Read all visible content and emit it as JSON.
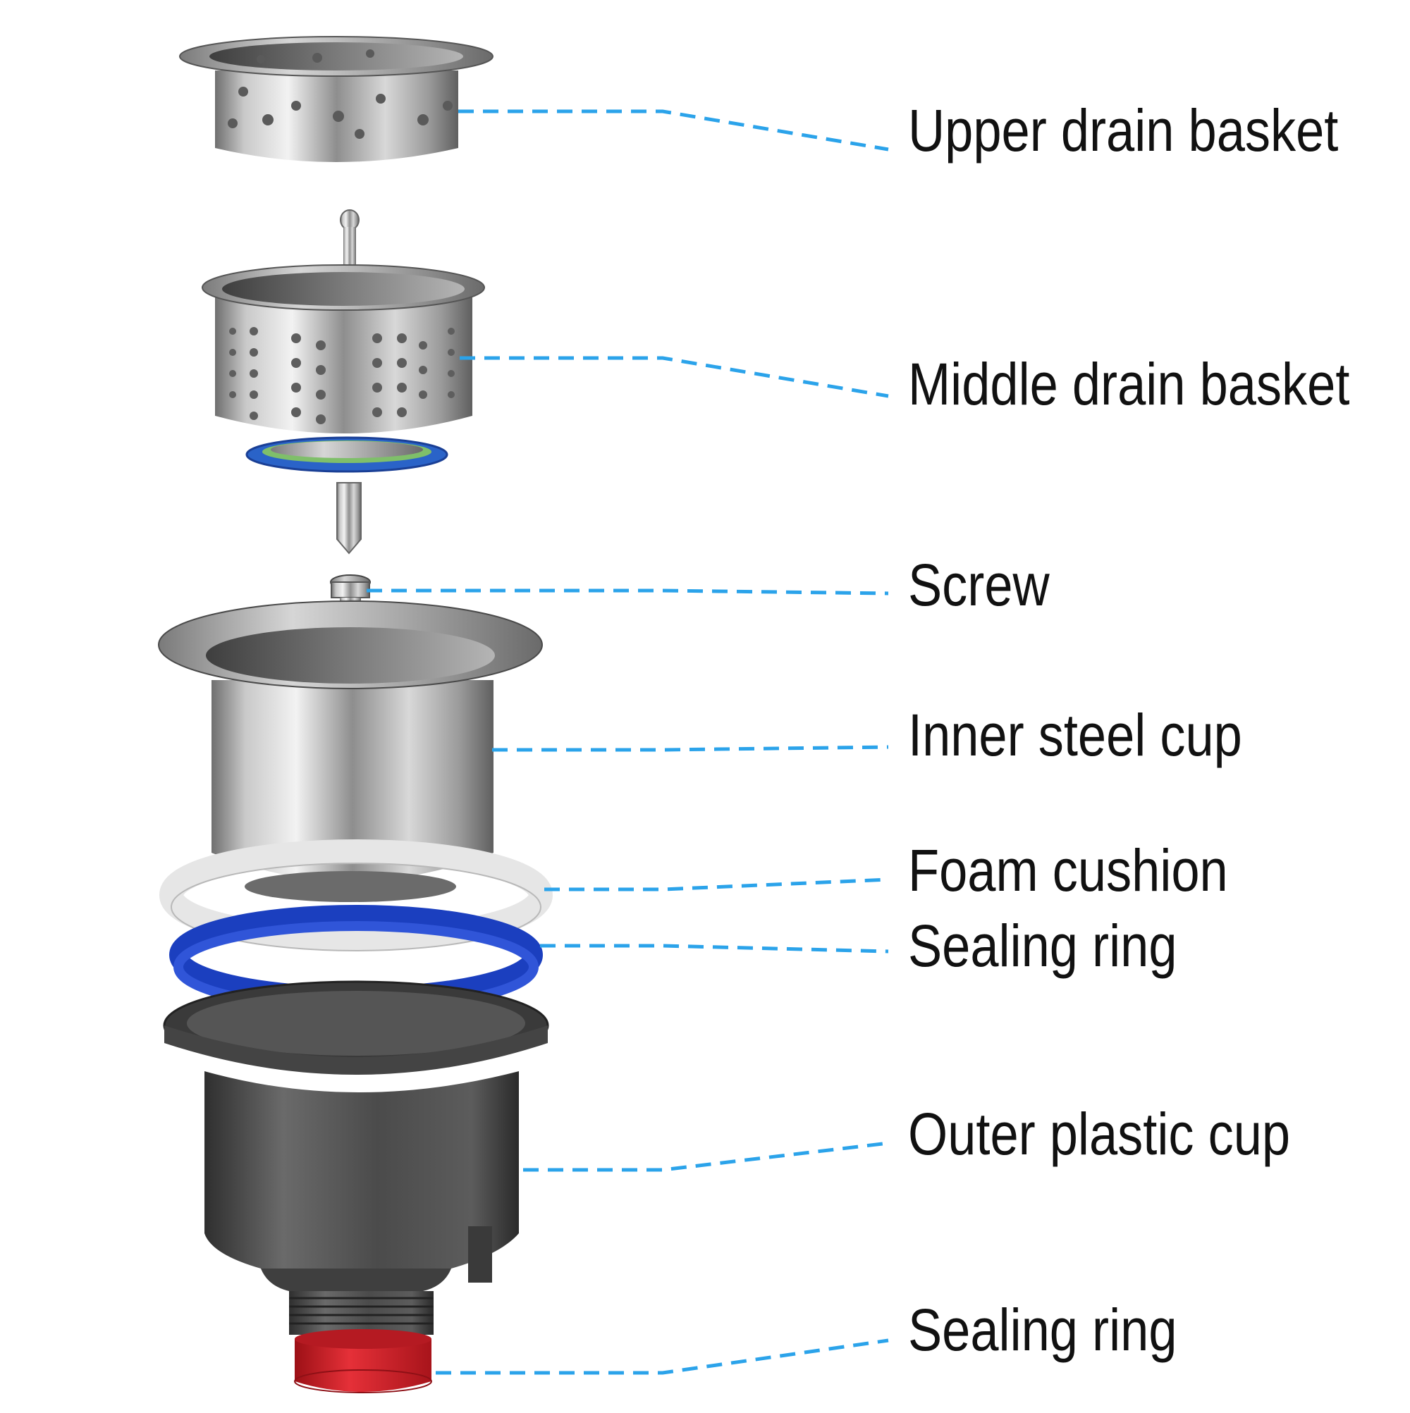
{
  "labels": {
    "upper_drain_basket": "Upper drain basket",
    "middle_drain_basket": "Middle drain basket",
    "screw": "Screw",
    "inner_steel_cup": "Inner steel cup",
    "foam_cushion": "Foam cushion",
    "sealing_ring_upper": "Sealing ring",
    "outer_plastic_cup": "Outer plastic cup",
    "sealing_ring_lower": "Sealing ring"
  },
  "colors": {
    "leader_line": "#2ba3ea",
    "steel": "#b8b8b8",
    "foam": "#e8e8e8",
    "sealing_ring_blue": "#1b3fbf",
    "plastic": "#4a4a4a",
    "sealing_ring_red": "#d4202a"
  }
}
